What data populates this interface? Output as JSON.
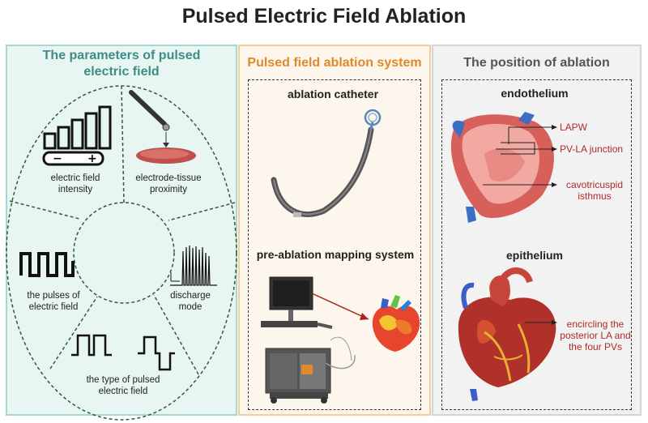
{
  "title": "Pulsed Electric Field Ablation",
  "panels": {
    "parameters": {
      "title": "The parameters of pulsed electric field",
      "items": {
        "intensity": "electric field intensity",
        "proximity": "electrode-tissue proximity",
        "pulses": "the pulses of electric field",
        "discharge": "discharge mode",
        "type": "the type of pulsed electric field"
      },
      "icon_texts": {
        "minus": "−",
        "plus": "+"
      }
    },
    "system": {
      "title": "Pulsed field ablation system",
      "catheter_label": "ablation catheter",
      "mapping_label": "pre-ablation mapping system"
    },
    "position": {
      "title": "The position of ablation",
      "endothelium": {
        "heading": "endothelium",
        "sites": [
          "LAPW",
          "PV-LA junction",
          "cavotricuspid isthmus"
        ]
      },
      "epithelium": {
        "heading": "epithelium",
        "site": "encircling the posterior LA and the four PVs"
      }
    }
  },
  "colors": {
    "teal": "#3e8c85",
    "orange": "#e0892a",
    "site_red": "#b02a2a"
  }
}
